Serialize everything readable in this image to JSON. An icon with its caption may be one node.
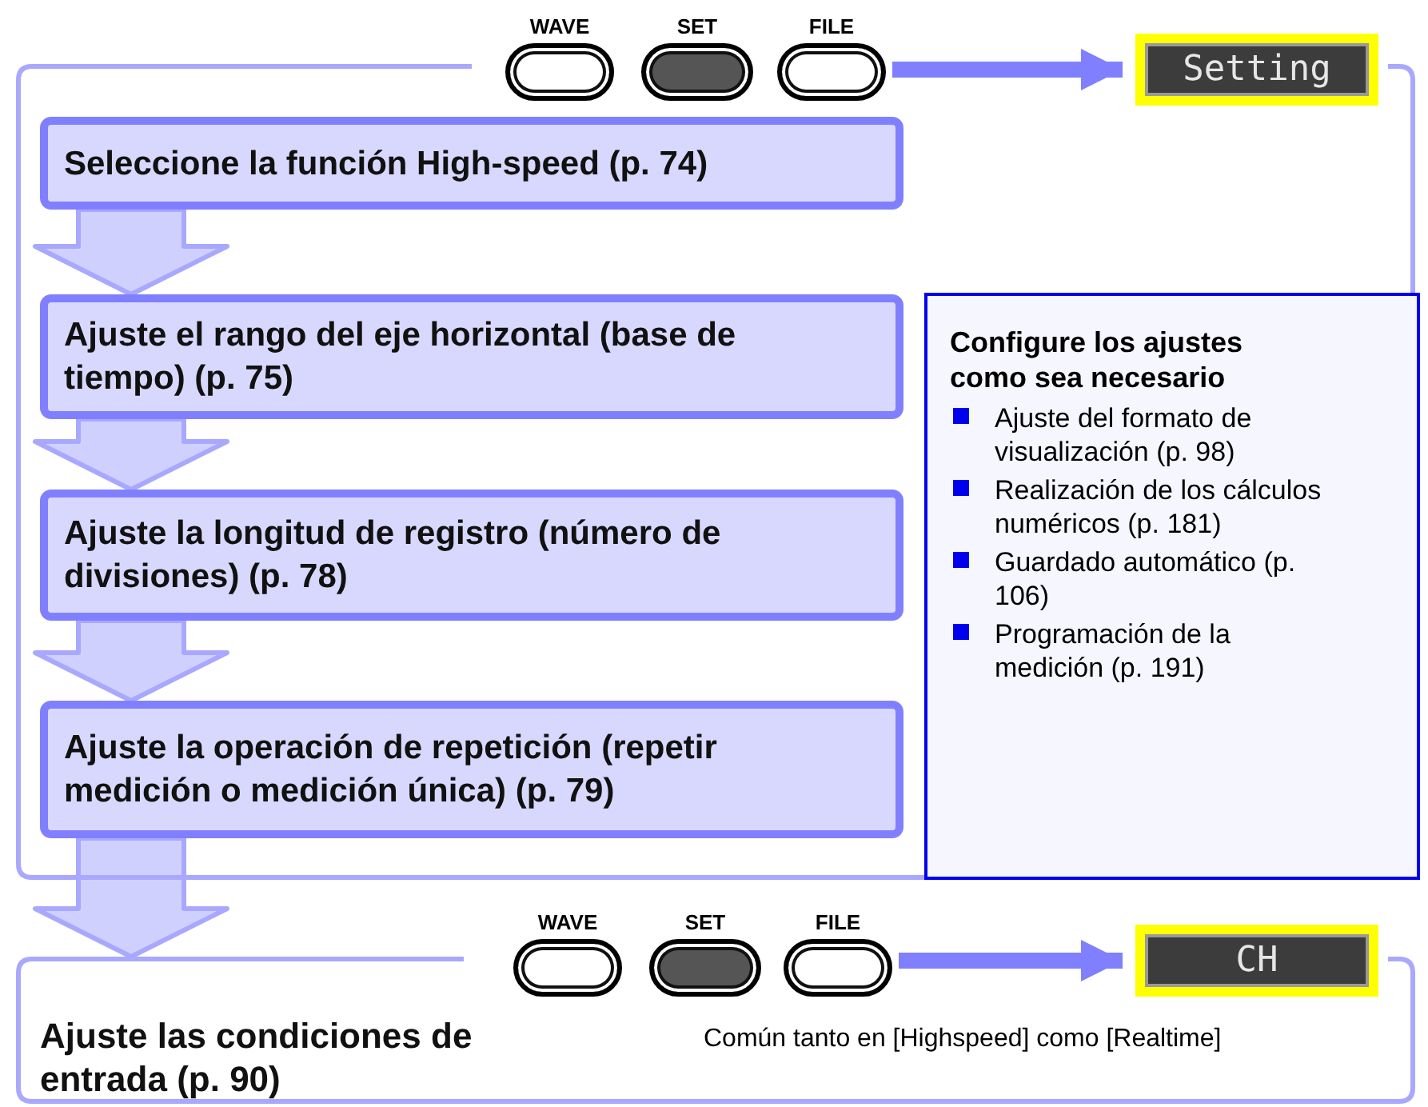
{
  "diagram": {
    "nodes": [
      {
        "text": [],
        "shape": "box"
      },
      {
        "text": [
          "WAVE"
        ]
      },
      {
        "text": [
          "SET"
        ]
      },
      {
        "text": [
          "FILE"
        ]
      },
      {
        "text": [
          "Setting"
        ]
      },
      {
        "text": [
          "Seleccione la función High-speed (p. 74)"
        ],
        "in": 0
      },
      {
        "text": [
          "Ajuste el rango del eje horizontal (base de tiempo) (p. 75)"
        ],
        "in": 0
      },
      {
        "text": [
          "Ajuste la longitud de registro (número de divisiones) (p. 78)"
        ],
        "in": 0
      },
      {
        "text": [
          "Ajuste la operación de repetición (repetir medición o medición única) (p. 79)"
        ],
        "in": 0
      },
      {
        "text": [
          "Configure los ajustes como sea necesario",
          "Ajuste del formato de visualización (p. 98)",
          "Realización de los cálculos numéricos (p. 181)",
          "Guardado automático (p. 106)",
          "Programación de la medición (p. 191)"
        ],
        "in": 0
      },
      {
        "text": [
          "Ajuste las condiciones de entrada (p. 90)"
        ]
      },
      {
        "text": [
          "WAVE"
        ]
      },
      {
        "text": [
          "SET"
        ]
      },
      {
        "text": [
          "FILE"
        ]
      },
      {
        "text": [
          "CH"
        ]
      }
    ],
    "edges": [
      {
        "from": 3,
        "to": 4,
        "arrow": "to",
        "color": "#8080ff"
      },
      {
        "from": 5,
        "to": 6,
        "arrow": "to",
        "style": "thick"
      },
      {
        "from": 6,
        "to": 7,
        "arrow": "to",
        "style": "thick"
      },
      {
        "from": 7,
        "to": 8,
        "arrow": "to",
        "style": "thick"
      },
      {
        "from": 8,
        "to": 10,
        "arrow": "to",
        "style": "thick"
      },
      {
        "from": 13,
        "to": 14,
        "arrow": "to",
        "color": "#8080ff"
      }
    ],
    "labels": [
      "Común tanto en [Highspeed] como [Realtime]"
    ]
  }
}
